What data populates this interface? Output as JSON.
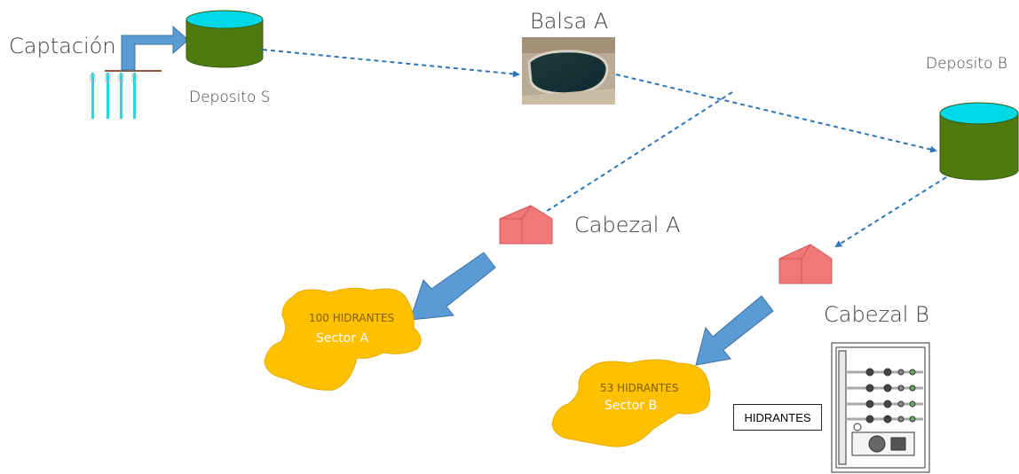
{
  "nodes": {
    "captacion": "Captación",
    "deposito_s": "Deposito S",
    "balsa_a": "Balsa A",
    "deposito_b": "Deposito B",
    "cabezal_a": "Cabezal A",
    "cabezal_b": "Cabezal B"
  },
  "sectors": {
    "a": {
      "hydrants": "100 HIDRANTES",
      "name": "Sector A"
    },
    "b": {
      "hydrants": "53 HIDRANTES",
      "name": "Sector B"
    }
  },
  "hidrantes_label": "HIDRANTES",
  "colors": {
    "tank_top": "#00d8e8",
    "tank_body": "#4f7a10",
    "cabezal": "#f07878",
    "sector": "#ffc000",
    "big_arrow": "#5b9bd5",
    "dashed_arrow": "#2e75b6",
    "well": "#22d8e0"
  }
}
